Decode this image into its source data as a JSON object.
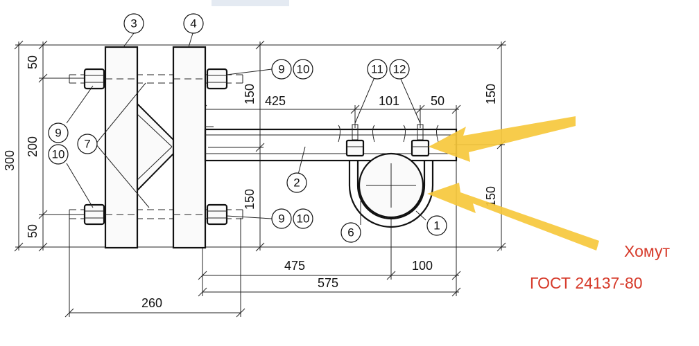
{
  "dimensions": {
    "d300": "300",
    "d200": "200",
    "d50a": "50",
    "d50b": "50",
    "d150a": "150",
    "d150b": "150",
    "d425": "425",
    "d101": "101",
    "d50c": "50",
    "d150r1": "150",
    "d150r2": "150",
    "d475": "475",
    "d100": "100",
    "d575": "575",
    "d260": "260"
  },
  "callouts": {
    "c1": "1",
    "c2": "2",
    "c3": "3",
    "c4": "4",
    "c6": "6",
    "c7": "7",
    "c9a": "9",
    "c10a": "10",
    "c9b": "9",
    "c10b": "10",
    "c9c": "9",
    "c10c": "10",
    "c11": "11",
    "c12": "12"
  },
  "annotation": {
    "line1": "Хомут",
    "line2": "ГОСТ 24137-80"
  },
  "colors": {
    "arrow": "#f6c83c",
    "annotation": "#d63a2a"
  }
}
